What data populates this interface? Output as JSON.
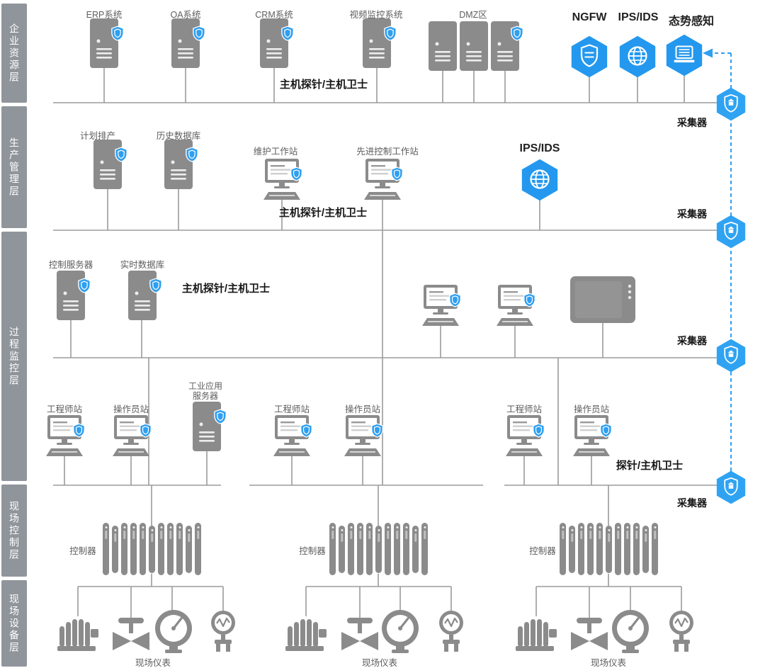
{
  "sidebar": {
    "layers": [
      "企业资源层",
      "生产管理层",
      "过程监控层",
      "现场控制层",
      "现场设备层"
    ]
  },
  "enterprise": {
    "erp": "ERP系统",
    "oa": "OA系统",
    "crm": "CRM系统",
    "video": "视频监控系统",
    "dmz": "DMZ区",
    "host_probe": "主机探针/主机卫士",
    "ngfw": "NGFW",
    "ips_ids": "IPS/IDS",
    "situation_awareness": "态势感知",
    "collector": "采集器"
  },
  "production": {
    "plan_schedule": "计划排产",
    "history_db": "历史数据库",
    "maintenance_ws": "维护工作站",
    "advanced_control_ws": "先进控制工作站",
    "ips_ids": "IPS/IDS",
    "host_probe": "主机探针/主机卫士",
    "collector": "采集器"
  },
  "process": {
    "control_server": "控制服务器",
    "realtime_db": "实时数据库",
    "host_probe": "主机探针/主机卫士",
    "collector": "采集器",
    "engineer_ws": "工程师站",
    "operator_ws": "操作员站",
    "industrial_app_server": "工业应用\n服务器",
    "probe": "探针/主机卫士"
  },
  "field_control": {
    "controller": "控制器",
    "collector": "采集器"
  },
  "field_device": {
    "instruments": "现场仪表"
  },
  "colors": {
    "device_gray": "#8b8b8b",
    "hex_blue": "#2498ee",
    "collector_blue": "#2fa3f2",
    "wire_gray": "#9b9b9b",
    "dashed_blue": "#2f9ff0"
  }
}
